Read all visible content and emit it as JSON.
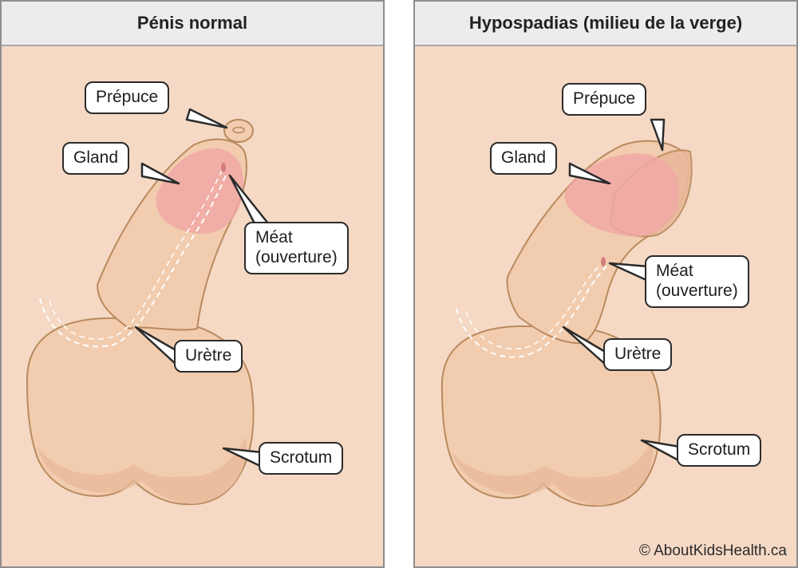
{
  "panels": {
    "normal": {
      "title": "Pénis normal",
      "labels": {
        "prepuce": "Prépuce",
        "gland": "Gland",
        "meat_line1": "Méat",
        "meat_line2": "(ouverture)",
        "uretre": "Urètre",
        "scrotum": "Scrotum"
      }
    },
    "hypospadias": {
      "title": "Hypospadias (milieu de la verge)",
      "labels": {
        "prepuce": "Prépuce",
        "gland": "Gland",
        "meat_line1": "Méat",
        "meat_line2": "(ouverture)",
        "uretre": "Urètre",
        "scrotum": "Scrotum"
      }
    }
  },
  "credit": "© AboutKidsHealth.ca",
  "colors": {
    "panel_background": "#f5d9c5",
    "header_background": "#ececec",
    "skin": "#f2ccae",
    "outline": "#b98a5e",
    "glans": "#f0a8a6",
    "label_border": "#2b2b2b"
  }
}
